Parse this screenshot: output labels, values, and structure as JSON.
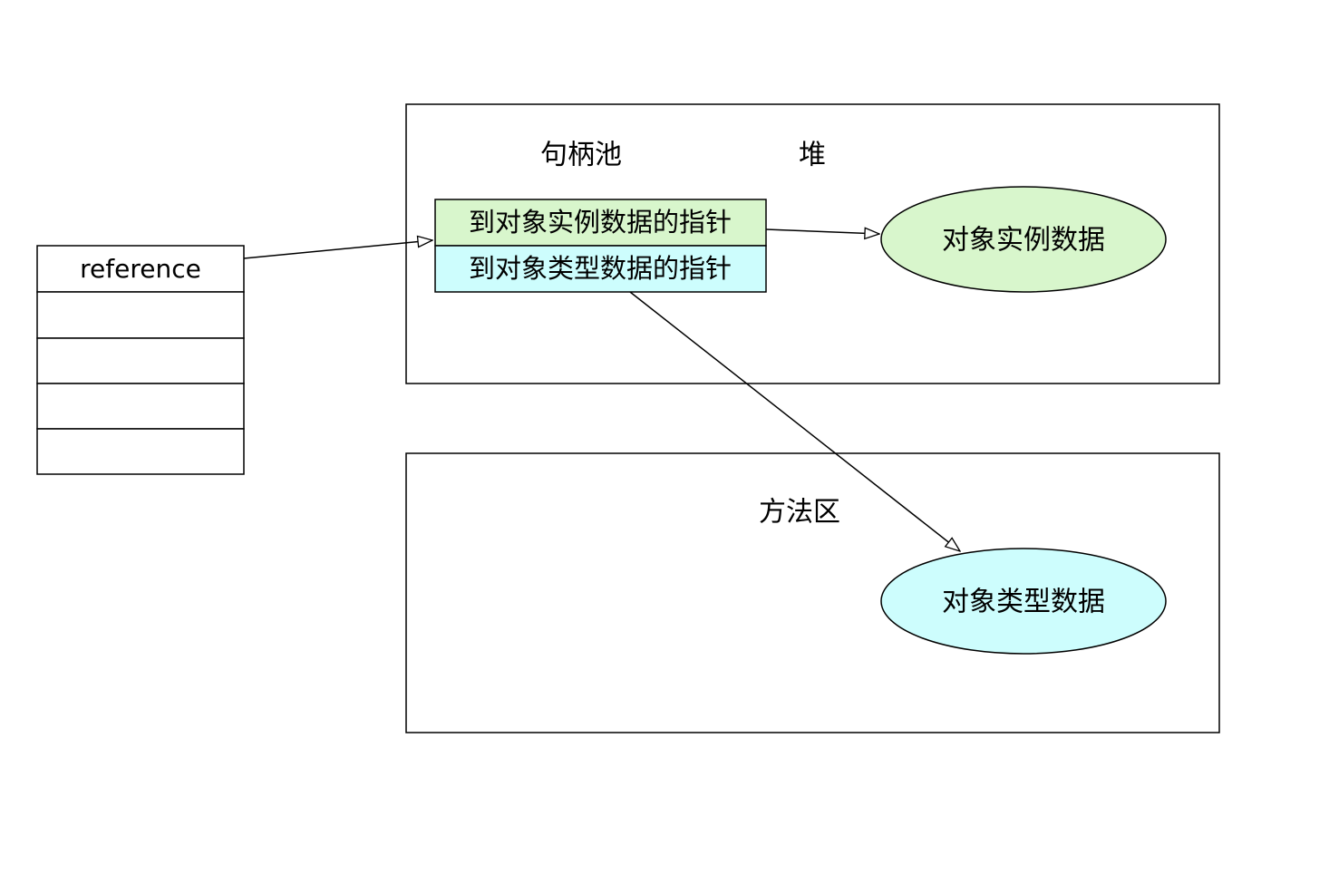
{
  "stack": {
    "header": "reference",
    "rows": [
      "",
      "",
      "",
      ""
    ]
  },
  "heap": {
    "handle_pool_label": "句柄池",
    "heap_label": "堆",
    "instance_pointer": "到对象实例数据的指针",
    "type_pointer": "到对象类型数据的指针",
    "instance_data": "对象实例数据"
  },
  "method_area": {
    "label": "方法区",
    "type_data": "对象类型数据"
  },
  "colors": {
    "instance": "#d8f6cc",
    "type": "#cdfdfd",
    "stroke": "#000000",
    "background": "#ffffff"
  }
}
